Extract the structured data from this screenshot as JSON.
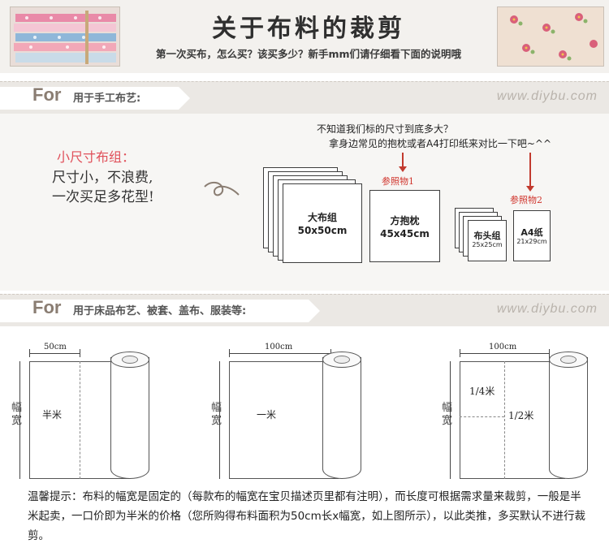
{
  "header": {
    "title": "关于布料的裁剪",
    "subtitle": "第一次买布，怎么买？该买多少？新手mm们请仔细看下面的说明哦"
  },
  "section1": {
    "for_label": "For",
    "text": "用于手工布艺:",
    "site": "www.diybu.com"
  },
  "small_size": {
    "title": "小尺寸布组：",
    "line1": "尺寸小，不浪费,",
    "line2": "一次买足多花型!"
  },
  "question": {
    "line1": "不知道我们标的尺寸到底多大？",
    "line2": "拿身边常见的抱枕或者A4打印纸来对比一下吧~^^"
  },
  "references": {
    "ref1": "参照物1",
    "ref2": "参照物2"
  },
  "items": {
    "big_set": {
      "name": "大布组",
      "size": "50x50cm"
    },
    "pillow": {
      "name": "方抱枕",
      "size": "45x45cm"
    },
    "scrap_set": {
      "name": "布头组",
      "size": "25x25cm"
    },
    "a4": {
      "name": "A4纸",
      "size": "21x29cm"
    }
  },
  "section2": {
    "for_label": "For",
    "text": "用于床品布艺、被套、盖布、服装等:",
    "site": "www.diybu.com"
  },
  "rolls": [
    {
      "dim": "50cm",
      "width_label": "幅宽",
      "labels": [
        "半米"
      ]
    },
    {
      "dim": "100cm",
      "width_label": "幅宽",
      "labels": [
        "一米"
      ]
    },
    {
      "dim": "100cm",
      "width_label": "幅宽",
      "labels": [
        "1/4米",
        "1/2米"
      ]
    }
  ],
  "tip": "温馨提示：布料的幅宽是固定的（每款布的幅宽在宝贝描述页里都有注明），而长度可根据需求量来裁剪，一般是半米起卖，一口价即为半米的价格（您所购得布料面积为50cm长x幅宽，如上图所示），以此类推，多买默认不进行裁剪。"
}
